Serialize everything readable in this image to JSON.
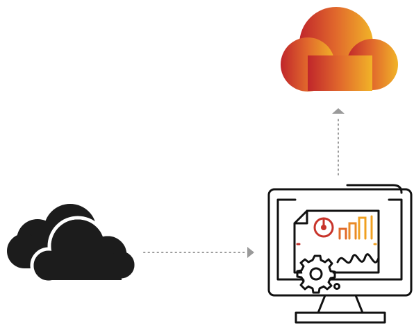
{
  "diagram": {
    "nodes": [
      {
        "id": "source",
        "icon": "dual-cloud-icon",
        "color": "#1c1c1c"
      },
      {
        "id": "workstation",
        "icon": "monitor-analytics-icon",
        "color": "#111111",
        "accent_gradient": [
          "#c0302a",
          "#f0a020"
        ]
      },
      {
        "id": "target",
        "icon": "cloud-icon",
        "gradient": [
          "#c0262b",
          "#e1692c",
          "#f1b328"
        ]
      }
    ],
    "edges": [
      {
        "from": "source",
        "to": "workstation",
        "style": "dotted",
        "color": "#9a9a9a"
      },
      {
        "from": "workstation",
        "to": "target",
        "style": "dotted",
        "color": "#9a9a9a"
      }
    ]
  }
}
